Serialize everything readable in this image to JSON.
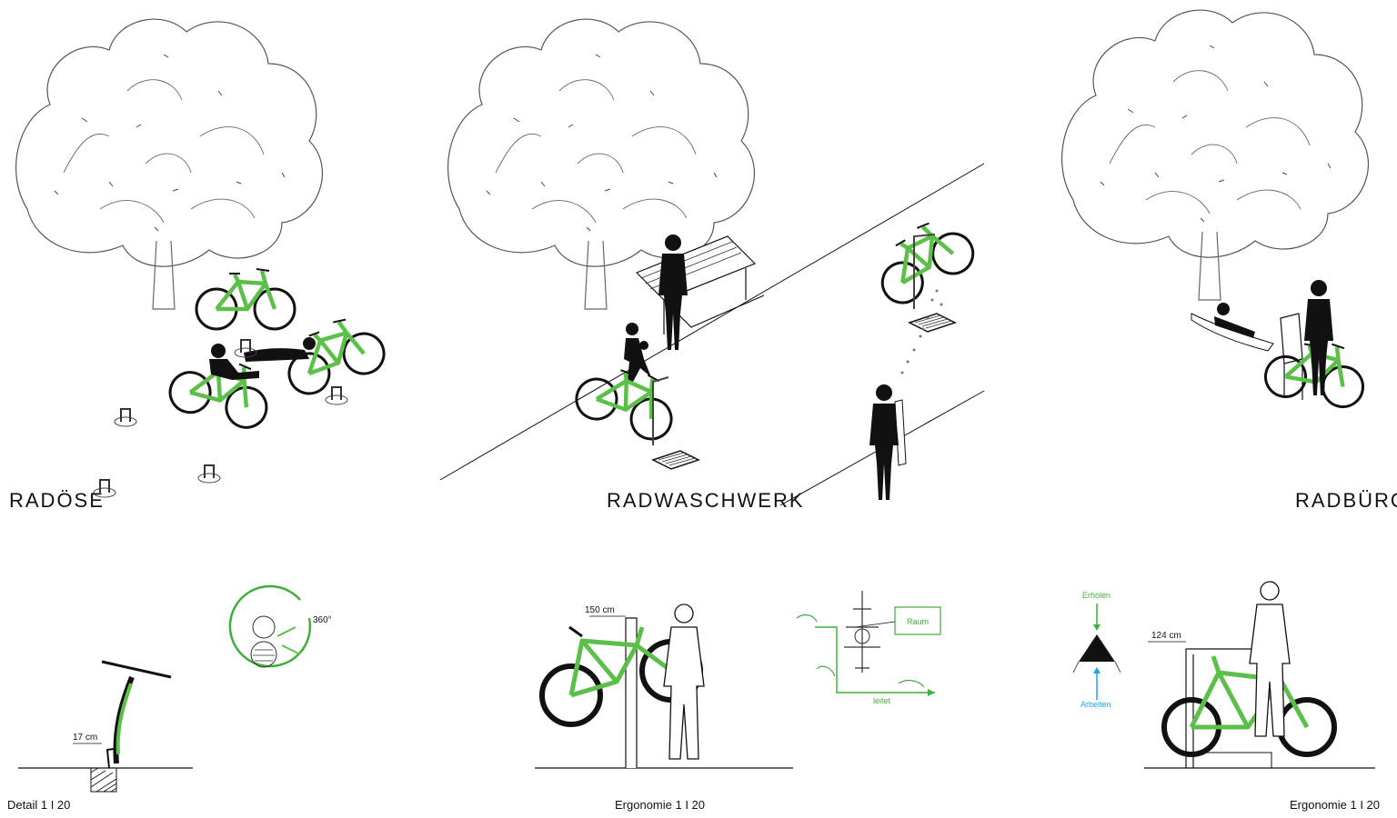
{
  "panels": {
    "left": {
      "title": "RADÖSE",
      "caption": "Detail 1 I 20"
    },
    "middle": {
      "title": "RADWASCHWERK",
      "caption": "Ergonomie 1 I 20"
    },
    "right": {
      "title": "RADBÜRO",
      "caption": "Ergonomie 1 I 20"
    }
  },
  "dimensions": {
    "eye_height": "17 cm",
    "rotation": "360°",
    "wash_rack_height": "150 cm",
    "desk_height": "124 cm"
  },
  "flow_diagram": {
    "box_label": "Raum",
    "arrow_label": "leitet"
  },
  "triangle_diagram": {
    "top_label": "Erholen",
    "bottom_label": "Arbeiten"
  },
  "colors": {
    "bike_green": "#5cbf4a",
    "ink": "#111111",
    "tree_line": "#555555",
    "arbeiten_blue": "#1aa3e8",
    "flow_green": "#3fae3a"
  },
  "icons": [
    "tree-icon",
    "bicycle-icon",
    "person-silhouette-icon",
    "bench-icon",
    "drain-grate-icon",
    "triangle-icon"
  ]
}
